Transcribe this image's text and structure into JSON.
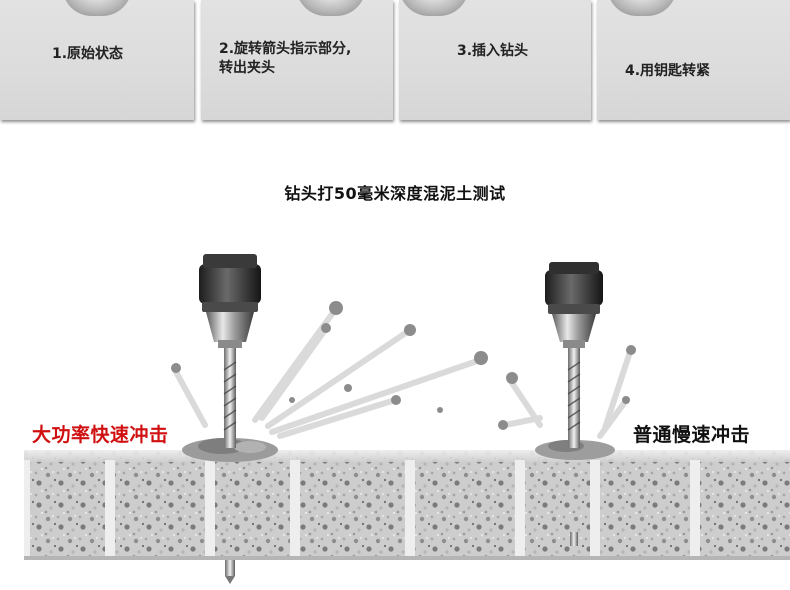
{
  "steps": [
    {
      "label": "1.原始状态"
    },
    {
      "label": "2.旋转箭头指示部分,\n转出夹头"
    },
    {
      "label": "3.插入钻头"
    },
    {
      "label": "4.用钥匙转紧"
    }
  ],
  "test": {
    "title": "钻头打50毫米深度混泥土测试",
    "left_label": "大功率快速冲击",
    "right_label": "普通慢速冲击"
  },
  "colors": {
    "left_label": "#d01010",
    "right_label": "#111111",
    "card_bg": "#dcdcdc",
    "concrete": "#cfcfcf"
  },
  "icons": {
    "step_thumb": "drill-chuck-thumbnail",
    "drill": "drill-chuck",
    "debris": "flying-concrete-debris"
  }
}
